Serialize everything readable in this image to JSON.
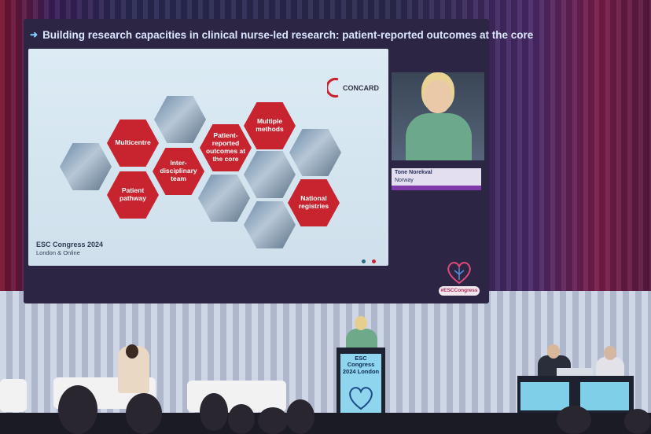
{
  "slide": {
    "title": "Building research capacities in clinical nurse-led research: patient-reported outcomes at the core",
    "logo_text": "CONCARD",
    "hexagons": {
      "multicentre": "Multicentre",
      "interdisciplinary": "Inter-disciplinary team",
      "patient_pathway": "Patient pathway",
      "pro_core": "Patient-reported outcomes at the core",
      "multiple_methods": "Multiple methods",
      "national_registries": "National registries"
    },
    "footer_title": "ESC Congress 2024",
    "footer_sub": "London & Online"
  },
  "speaker_caption": {
    "name": "Tone Norekval",
    "country": "Norway"
  },
  "hashtag": "#ESCCongress",
  "lectern": {
    "line1": "ESC Congress",
    "line2": "2024 London"
  },
  "colors": {
    "hex_red": "#c8242f",
    "title_text": "#dbe6ff",
    "slide_bg": "#dcebf4"
  }
}
